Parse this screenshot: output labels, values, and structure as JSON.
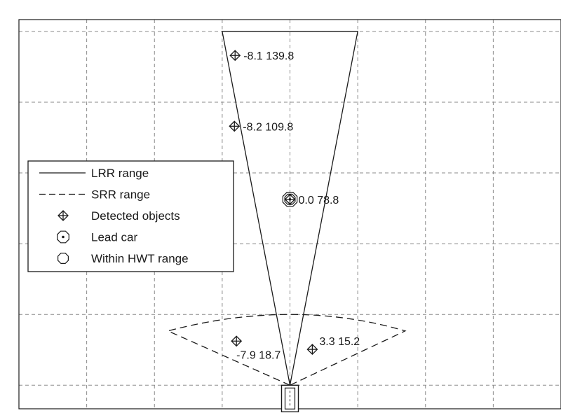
{
  "chart_data": {
    "type": "scatter",
    "title": "",
    "xlabel": "",
    "ylabel": "",
    "xlim": [
      -40,
      40
    ],
    "ylim": [
      -10,
      155
    ],
    "grid": true,
    "tick_labels_shown": false,
    "legend": {
      "placement": "left",
      "entries": [
        {
          "label": "LRR range",
          "symbol": "solid-line"
        },
        {
          "label": "SRR range",
          "symbol": "dashed-line"
        },
        {
          "label": "Detected objects",
          "symbol": "diamond-cross"
        },
        {
          "label": "Lead car",
          "symbol": "octagon-dot"
        },
        {
          "label": "Within HWT range",
          "symbol": "octagon"
        }
      ]
    },
    "lrr_range": {
      "apex": [
        0,
        0
      ],
      "far_left": [
        -10,
        150
      ],
      "far_right": [
        10,
        150
      ]
    },
    "srr_range": {
      "apex": [
        0,
        0
      ],
      "left": [
        -18,
        23
      ],
      "right": [
        17,
        23
      ],
      "arc_top": [
        0,
        30
      ]
    },
    "ego_vehicle": {
      "x": 0,
      "y": 0
    },
    "detected_objects": [
      {
        "x": -8.1,
        "y": 139.8,
        "label": "-8.1  139.8",
        "label_pos": "right"
      },
      {
        "x": -8.2,
        "y": 109.8,
        "label": "-8.2  109.8",
        "label_pos": "right"
      },
      {
        "x": 0.0,
        "y": 78.8,
        "label": "0.0  78.8",
        "label_pos": "right",
        "lead_car": true,
        "within_hwt": true
      },
      {
        "x": -7.9,
        "y": 18.7,
        "label": "-7.9  18.7",
        "label_pos": "below-right"
      },
      {
        "x": 3.3,
        "y": 15.2,
        "label": "3.3  15.2",
        "label_pos": "above-right"
      }
    ],
    "colors": {
      "axes": "#1a1a1a",
      "grid": "#8a8a8a",
      "background": "#ffffff"
    }
  }
}
